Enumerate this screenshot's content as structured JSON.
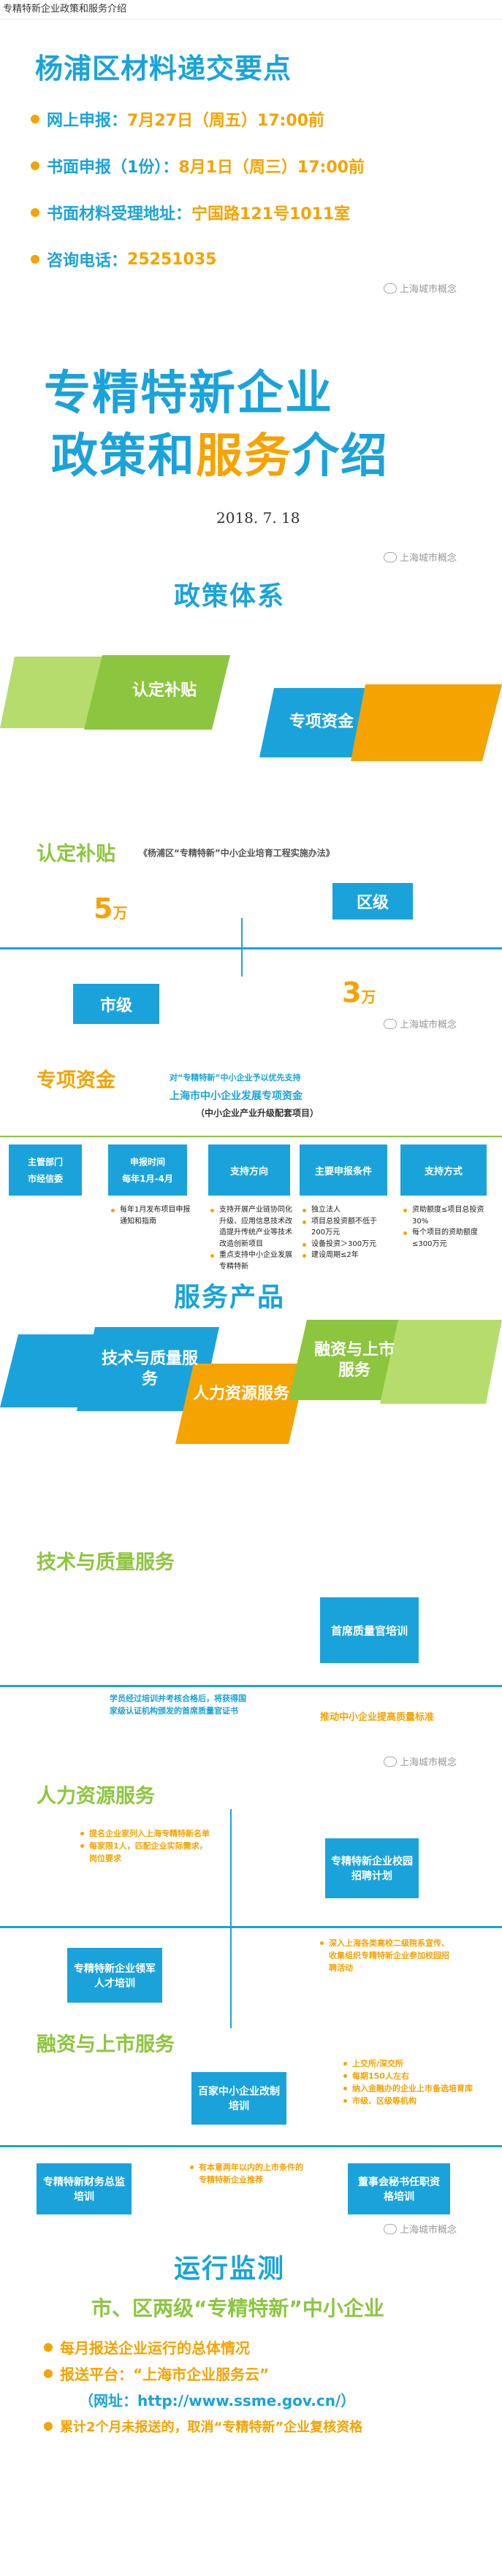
{
  "topbar": {
    "title": "专精特新企业政策和服务介绍"
  },
  "watermark": "上海城市概念",
  "submission": {
    "title": "杨浦区材料递交要点",
    "rows": [
      {
        "label": "网上申报：",
        "value": "7月27日（周五）17:00前"
      },
      {
        "label": "书面申报（1份）：",
        "value": "8月1日（周三）17:00前"
      },
      {
        "label": "书面材料受理地址：",
        "value": "宁国路121号1011室"
      },
      {
        "label": "咨询电话：",
        "value": "25251035"
      }
    ]
  },
  "cover": {
    "line1_a": "专精特新",
    "line1_b": "企业",
    "line2_a": "政策和",
    "line2_b": "服务",
    "line2_c": "介绍",
    "date": "2018. 7. 18"
  },
  "policy": {
    "heading": "政策体系",
    "tag1": "认定补贴",
    "tag2": "专项资金",
    "subsidy": {
      "title": "认定补贴",
      "note": "《杨浦区“专精特新”中小企业培育工程实施办法》",
      "district": "区级",
      "district_amount": "5",
      "city": "市级",
      "city_amount": "3",
      "unit": "万"
    },
    "fund": {
      "title": "专项资金",
      "note": "对“专精特新”中小企业予以优先支持",
      "fund_name": "上海市中小企业发展专项资金",
      "fund_sub": "（中小企业产业升级配套项目）",
      "columns": [
        {
          "head": "主管部门",
          "head2": "市经信委",
          "items": []
        },
        {
          "head": "申报时间",
          "head2": "每年1月-4月",
          "items": [
            "每年1月发布项目申报通知和指南"
          ]
        },
        {
          "head": "支持方向",
          "head2": "",
          "items": [
            "支持开展产业链协同化升级、应用信息技术改造提升传统产业等技术改造创新项目",
            "重点支持中小企业发展专精特新"
          ]
        },
        {
          "head": "主要申报条件",
          "head2": "",
          "items": [
            "独立法人",
            "项目总投资额不低于200万元",
            "设备投资＞300万元",
            "建设周期≤2年"
          ]
        },
        {
          "head": "支持方式",
          "head2": "",
          "items": [
            "资助额度≤项目总投资30%",
            "每个项目的资助额度≤300万元"
          ]
        }
      ]
    }
  },
  "services": {
    "heading": "服务产品",
    "tag1": "技术与质量服务",
    "tag2": "人力资源服务",
    "tag3": "融资与上市服务",
    "tech": {
      "title": "技术与质量服务",
      "box": "首席质量官培训",
      "left_text": "学员经过培训并考核合格后，将获得国家级认证机构颁发的首席质量官证书",
      "right_text": "推动中小企业提高质量标准"
    },
    "hr": {
      "title": "人力资源服务",
      "box1": "专精特新企业校园招聘计划",
      "box2": "专精特新企业领军人才培训",
      "items_top": [
        "提名企业家列入上海专精特新名单",
        "每家限1人，匹配企业实际需求，岗位要求"
      ],
      "items_bottom": [
        "深入上海各类高校二级院系宣传、收集组织专精特新企业参加校园招聘活动"
      ]
    },
    "fin": {
      "title": "融资与上市服务",
      "box1": "百家中小企业改制培训",
      "box2": "专精特新财务总监培训",
      "box3": "董事会秘书任职资格培训",
      "items_a": [
        "上交所/深交所",
        "每期150人左右",
        "纳入金融办的企业上市备选培育库",
        "市级、区级等机构"
      ],
      "items_b": [
        "有本意两年以内的上市条件的专精特新企业推荐"
      ]
    }
  },
  "monitor": {
    "heading": "运行监测",
    "subtitle_a": "市、区两级",
    "subtitle_b": "“专精特新”",
    "subtitle_c": "中小企业",
    "rows": [
      {
        "text": "每月报送企业运行的总体情况"
      },
      {
        "text": "报送平台：“上海市企业服务云”"
      },
      {
        "text": "（网址：http://www.ssme.gov.cn/）"
      },
      {
        "text": "累计2个月未报送的，取消“专精特新”企业复核资格"
      }
    ]
  },
  "colors": {
    "blue": "#1aa3db",
    "orange": "#f5a300",
    "green": "#8cc63e"
  }
}
